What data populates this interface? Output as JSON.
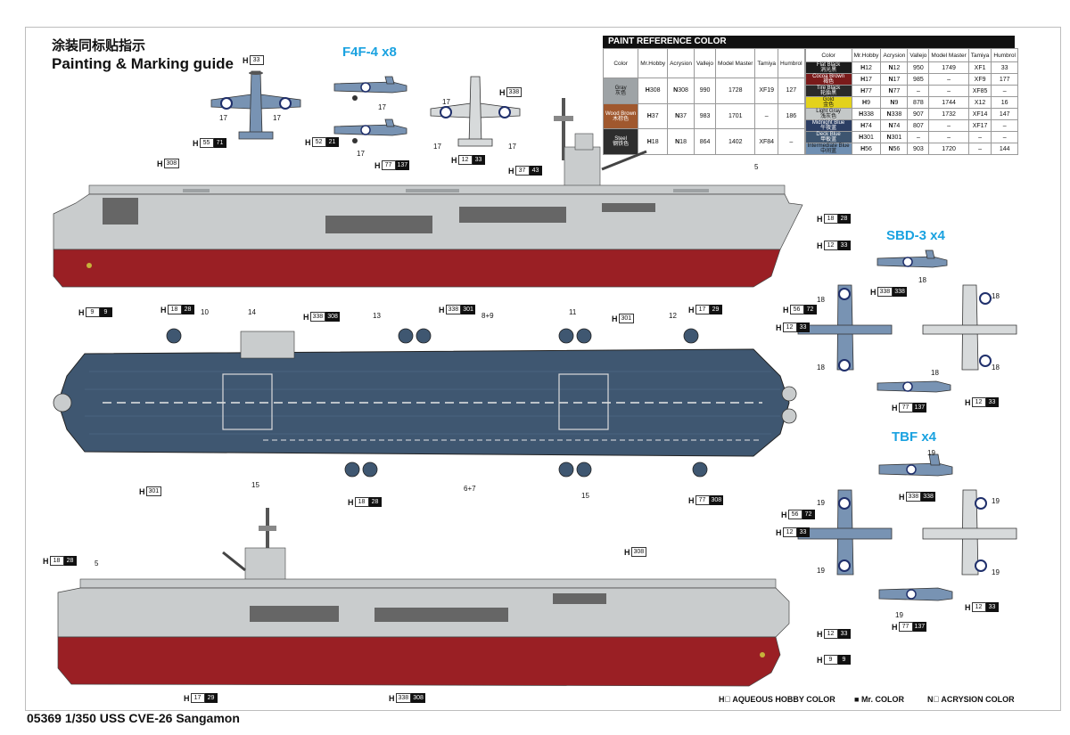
{
  "header": {
    "title_cn": "涂装同标贴指示",
    "title_en": "Painting & Marking guide"
  },
  "groups": {
    "f4f": "F4F-4 x8",
    "sbd": "SBD-3 x4",
    "tbf": "TBF x4"
  },
  "footer": {
    "kit": "05369 1/350 USS CVE-26 Sangamon"
  },
  "legend": {
    "aqueous": "AQUEOUS HOBBY COLOR",
    "mr": "Mr. COLOR",
    "acrysion": "ACRYSION COLOR",
    "h_sym": "H",
    "n_sym": "N"
  },
  "paint_reference": {
    "title": "PAINT REFERENCE COLOR",
    "headers": [
      "Color",
      "Mr.Hobby",
      "Acrysion",
      "Vallejo",
      "Model Master",
      "Tamiya",
      "Humbrol"
    ],
    "left": [
      {
        "name": "Gray",
        "cn": "灰色",
        "color": "#9ea3a6",
        "h": "308",
        "n": "308",
        "vallejo": "990",
        "mm": "1728",
        "tamiya": "XF19",
        "humbrol": "127"
      },
      {
        "name": "Wood Brown",
        "cn": "木棕色",
        "color": "#a0582e",
        "h": "37",
        "n": "37",
        "vallejo": "983",
        "mm": "1701",
        "tamiya": "–",
        "humbrol": "186"
      },
      {
        "name": "Steel",
        "cn": "钢铁色",
        "color": "#2d2d2d",
        "h": "18",
        "n": "18",
        "vallejo": "864",
        "mm": "1402",
        "tamiya": "XF84",
        "humbrol": "–"
      }
    ],
    "right": [
      {
        "name": "Flat Black",
        "cn": "消光黑",
        "color": "#1c1c1c",
        "h": "12",
        "n": "12",
        "vallejo": "950",
        "mm": "1749",
        "tamiya": "XF1",
        "humbrol": "33"
      },
      {
        "name": "Cocoa Brown",
        "cn": "褐色",
        "color": "#7a1a1a",
        "h": "17",
        "n": "17",
        "vallejo": "985",
        "mm": "–",
        "tamiya": "XF9",
        "humbrol": "177"
      },
      {
        "name": "Tire Black",
        "cn": "轮胎黑",
        "color": "#2a2a2a",
        "h": "77",
        "n": "77",
        "vallejo": "–",
        "mm": "–",
        "tamiya": "XF85",
        "humbrol": "–"
      },
      {
        "name": "Gold",
        "cn": "金色",
        "color": "#e3d21b",
        "h": "9",
        "n": "9",
        "vallejo": "878",
        "mm": "1744",
        "tamiya": "X12",
        "humbrol": "16"
      },
      {
        "name": "Light Gray",
        "cn": "浅灰色",
        "color": "#c4c8c8",
        "h": "338",
        "n": "338",
        "vallejo": "907",
        "mm": "1732",
        "tamiya": "XF14",
        "humbrol": "147"
      },
      {
        "name": "Midnight Blue",
        "cn": "午夜蓝",
        "color": "#2c3e63",
        "h": "74",
        "n": "74",
        "vallejo": "807",
        "mm": "–",
        "tamiya": "XF17",
        "humbrol": "–"
      },
      {
        "name": "Deck Blue",
        "cn": "甲板蓝",
        "color": "#3d5570",
        "h": "301",
        "n": "301",
        "vallejo": "–",
        "mm": "–",
        "tamiya": "–",
        "humbrol": "–"
      },
      {
        "name": "Intermediate Blue",
        "cn": "中间蓝",
        "color": "#6f8fb2",
        "h": "56",
        "n": "56",
        "vallejo": "903",
        "mm": "1720",
        "tamiya": "–",
        "humbrol": "144"
      }
    ]
  },
  "refs": {
    "r308": "308",
    "r33": "33",
    "r71": "71",
    "r21": "21",
    "r137": "137",
    "r338": "338",
    "r43": "43",
    "r28": "28",
    "r29": "29",
    "r9": "9",
    "r301": "301",
    "r72": "72"
  },
  "callouts": {
    "n5": "5",
    "n10": "10",
    "n11": "11",
    "n12": "12",
    "n13": "13",
    "n14": "14",
    "n15": "15",
    "n17": "17",
    "n18": "18",
    "n19": "19",
    "n89": "8+9",
    "n67": "6+7"
  },
  "colors": {
    "hull_gray": "#c9cccd",
    "hull_red": "#9a1f24",
    "deck_blue": "#3f5771",
    "plane_blue": "#7893b3",
    "plane_light": "#d7dadb",
    "accent": "#1aa2e0"
  }
}
